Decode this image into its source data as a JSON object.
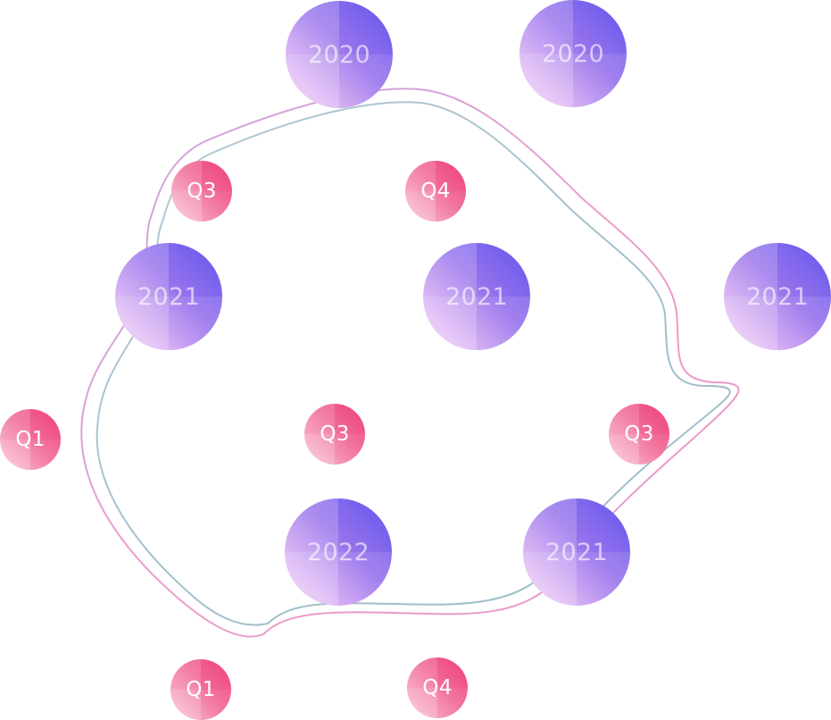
{
  "nodes": [
    {
      "id": "year-top-left",
      "kind": "year",
      "label": "2020"
    },
    {
      "id": "year-top-right",
      "kind": "year",
      "label": "2020"
    },
    {
      "id": "quarter-upper-left",
      "kind": "quarter",
      "label": "Q3"
    },
    {
      "id": "quarter-upper-center",
      "kind": "quarter",
      "label": "Q4"
    },
    {
      "id": "year-middle-left",
      "kind": "year",
      "label": "2021"
    },
    {
      "id": "year-middle-center",
      "kind": "year",
      "label": "2021"
    },
    {
      "id": "year-middle-right",
      "kind": "year",
      "label": "2021"
    },
    {
      "id": "quarter-far-left",
      "kind": "quarter",
      "label": "Q1"
    },
    {
      "id": "quarter-center",
      "kind": "quarter",
      "label": "Q3"
    },
    {
      "id": "quarter-right",
      "kind": "quarter",
      "label": "Q3"
    },
    {
      "id": "year-lower-left",
      "kind": "year",
      "label": "2022"
    },
    {
      "id": "year-lower-right",
      "kind": "year",
      "label": "2021"
    },
    {
      "id": "quarter-bottom-left",
      "kind": "quarter",
      "label": "Q1"
    },
    {
      "id": "quarter-bottom-center",
      "kind": "quarter",
      "label": "Q4"
    }
  ],
  "colors": {
    "year_gradient_start": "#5f55ee",
    "year_gradient_end": "#f6d7f6",
    "quarter_gradient_start": "#ee3f7c",
    "quarter_gradient_end": "#fbd0de",
    "outline_pink": "#e8a6cf",
    "outline_teal": "#a8c4cf"
  }
}
